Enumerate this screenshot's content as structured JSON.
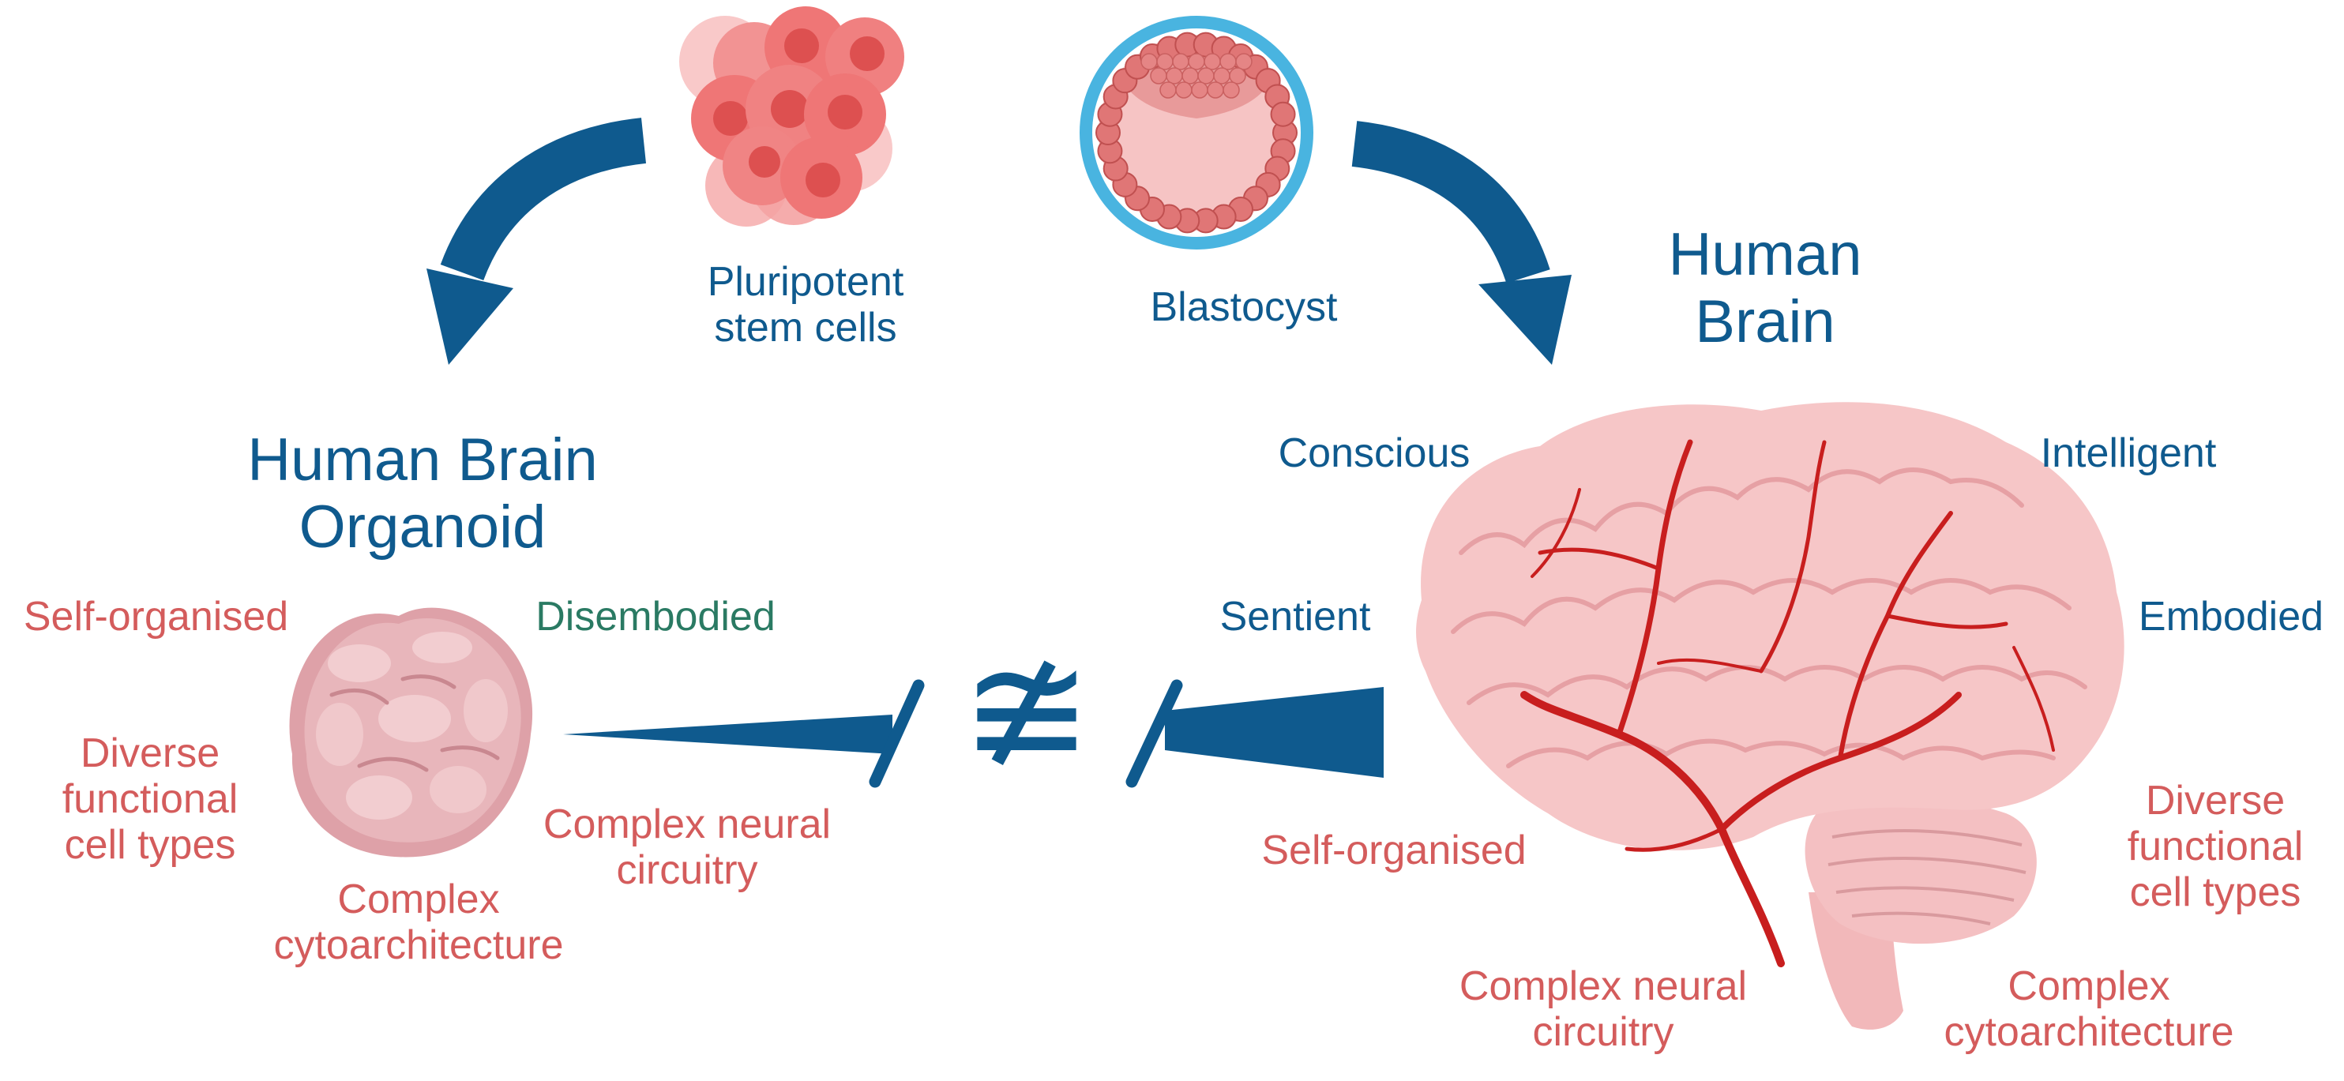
{
  "colors": {
    "arrow": "#0f5a8e",
    "blue_text": "#0f5a8e",
    "red_text": "#d45c5c",
    "teal_text": "#2a7a63",
    "tissue": "#f6c6c6",
    "vessel": "#c81e1e",
    "organoid": "#dfa0a8",
    "cell": "#ef7676",
    "blastocyst_ring": "#49b4e0"
  },
  "sources": {
    "stem_cells": "Pluripotent\nstem cells",
    "blastocyst": "Blastocyst"
  },
  "organoid": {
    "title": "Human Brain\nOrganoid",
    "self_organised": "Self-organised",
    "disembodied": "Disembodied",
    "diverse": "Diverse\nfunctional\ncell types",
    "neural": "Complex neural\ncircuitry",
    "cyto": "Complex\ncytoarchitecture"
  },
  "brain": {
    "title": "Human\nBrain",
    "conscious": "Conscious",
    "intelligent": "Intelligent",
    "sentient": "Sentient",
    "embodied": "Embodied",
    "self_organised": "Self-organised",
    "diverse": "Diverse\nfunctional\ncell types",
    "neural": "Complex neural\ncircuitry",
    "cyto": "Complex\ncytoarchitecture"
  },
  "comparison": {
    "symbol": "≇",
    "symbol_name": "not-approximately-equal-icon"
  }
}
